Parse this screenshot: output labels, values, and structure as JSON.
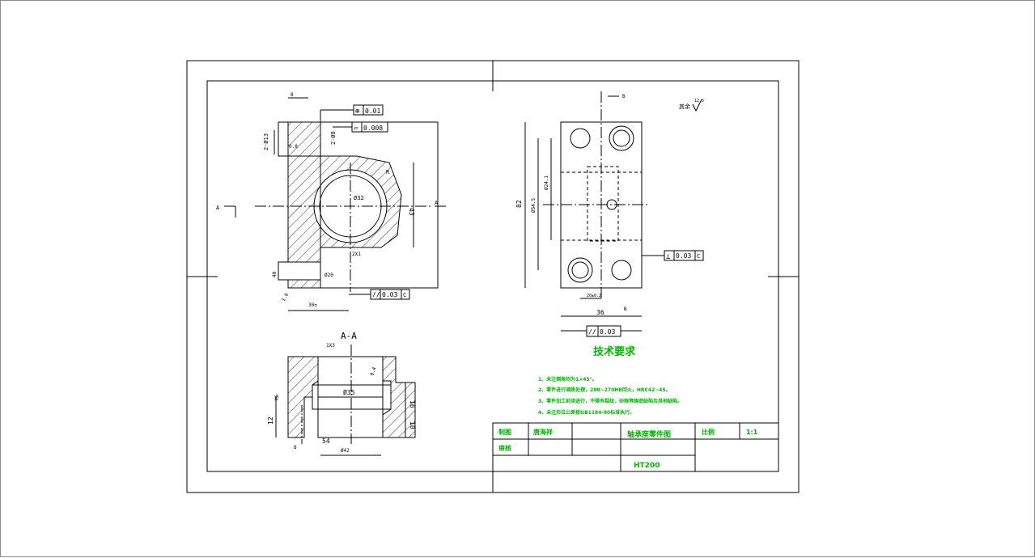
{
  "section_label": "A-A",
  "dims": {
    "d_top": "8",
    "d_b13": "2-Ø13",
    "d_b8": "2-Ø8",
    "d_small": "0.8",
    "d_r": "R",
    "d_phi": "Ø32",
    "d_43": "43",
    "d_2x1": "2X1",
    "d_left_a": "40",
    "d_inner": "Ø20",
    "d_16": "1.6",
    "d_bot": "30±",
    "d_82": "82",
    "d_545": "Ø54.5",
    "d_241": "Ø24.1",
    "d_36": "36",
    "d_cent": "20±0.2",
    "d_1x3": "1X3",
    "d_35": "Ø35",
    "d_16b": "16",
    "d_10": "10",
    "d_12": "12",
    "d_54": "54",
    "d_m": "M6",
    "d_8b": "8",
    "d_botw": "Ø42",
    "d_04": "0.4",
    "d_b": "B",
    "d_c": "C",
    "d_a": "A"
  },
  "tolerances": {
    "position": {
      "symbol": "⊕",
      "value": "0.01"
    },
    "flatness": {
      "symbol": "▱",
      "value": "0.008"
    },
    "parallel_left": {
      "symbol": "//",
      "value": "0.03",
      "datum": "C"
    },
    "perpendicular": {
      "symbol": "⊥",
      "value": "0.03",
      "datum": "C"
    },
    "parallel_right": {
      "symbol": "//",
      "value": "0.03"
    }
  },
  "surface_note": "其余",
  "surface_value": "12.5",
  "tech": {
    "heading": "技术要求",
    "items": [
      "1、未注倒角均为1×45°。",
      "2、零件进行调质处理，200~270HB回火，HRC42~45。",
      "3、零件加工前须进行，不得有裂纹、砂眼等铸造缺陷及其他缺陷。",
      "4、未注形位公差按GB1184-80标准执行。"
    ]
  },
  "title_block": {
    "drawn_label": "制图",
    "drawn_name": "唐海祥",
    "check_label": "审核",
    "part_name": "轴承座零件图",
    "material": "HT200",
    "scale_label": "比例",
    "scale_value": "1:1"
  },
  "colors": {
    "line": "#000000",
    "text_green": "#00b400",
    "border": "#8a8a8a"
  }
}
